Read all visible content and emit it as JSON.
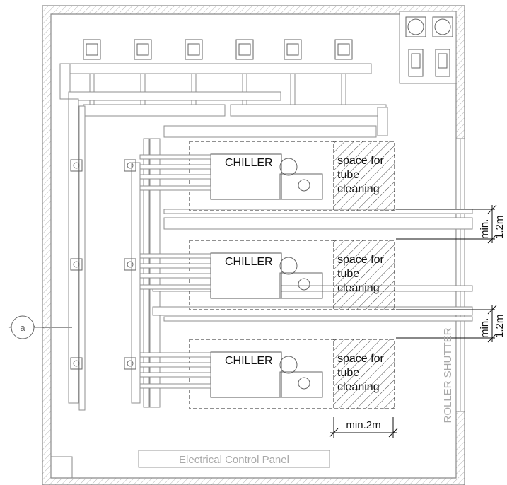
{
  "chillers": [
    {
      "label": "CHILLER",
      "clearance": [
        "space for",
        "tube",
        "cleaning"
      ]
    },
    {
      "label": "CHILLER",
      "clearance": [
        "space for",
        "tube",
        "cleaning"
      ]
    },
    {
      "label": "CHILLER",
      "clearance": [
        "space for",
        "tube",
        "cleaning"
      ]
    }
  ],
  "dimensions": {
    "gap_top": [
      "min.",
      "1.2m"
    ],
    "gap_bottom": [
      "min.",
      "1.2m"
    ],
    "clearance_width": "min.2m"
  },
  "labels": {
    "roller_shutter": "ROLLER SHUTTER",
    "control_panel": "Electrical Control Panel",
    "section_marker": "a"
  },
  "colors": {
    "wall": "#8a8a8a",
    "pipe": "#8f8f8f",
    "annotation": "#111111",
    "faded_text": "#a9a9a9"
  }
}
